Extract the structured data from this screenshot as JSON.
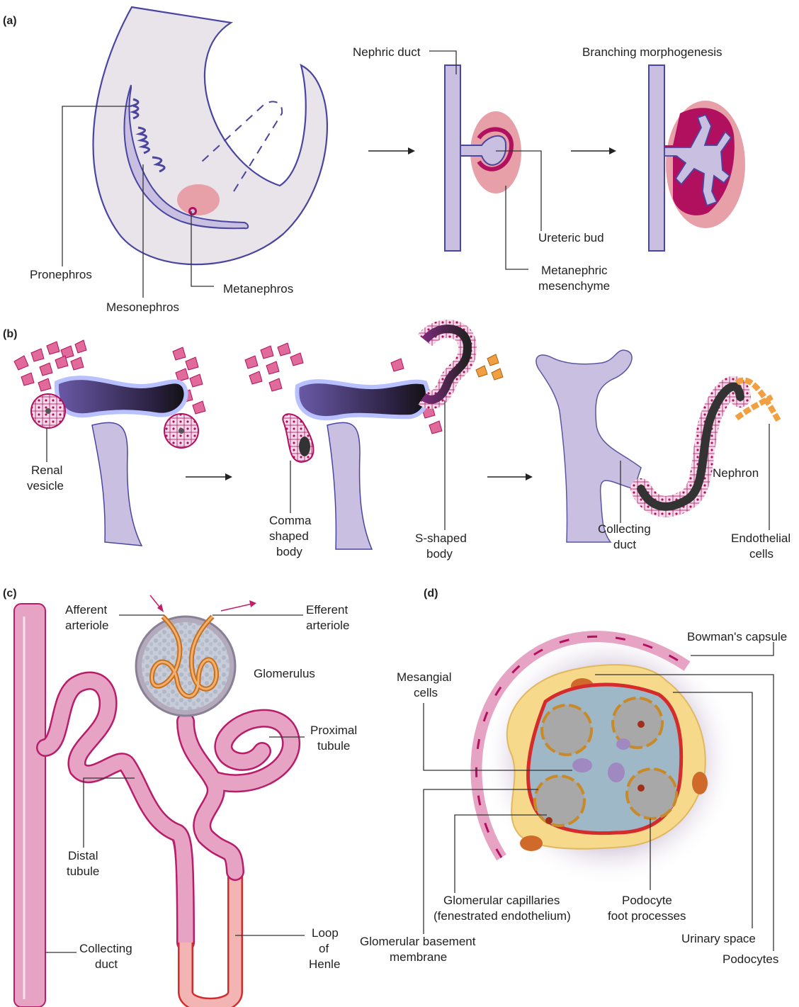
{
  "panels": {
    "a": "(a)",
    "b": "(b)",
    "c": "(c)",
    "d": "(d)"
  },
  "panel_a": {
    "pronephros": "Pronephros",
    "mesonephros": "Mesonephros",
    "metanephros": "Metanephros",
    "nephric_duct": "Nephric duct",
    "ureteric_bud": "Ureteric bud",
    "metanephric_mesenchyme": [
      "Metanephric",
      "mesenchyme"
    ],
    "branching_morphogenesis": "Branching morphogenesis"
  },
  "panel_b": {
    "renal_vesicle": [
      "Renal",
      "vesicle"
    ],
    "comma_shaped_body": [
      "Comma",
      "shaped",
      "body"
    ],
    "s_shaped_body": [
      "S-shaped",
      "body"
    ],
    "collecting_duct": [
      "Collecting",
      "duct"
    ],
    "nephron": "Nephron",
    "endothelial_cells": [
      "Endothelial",
      "cells"
    ]
  },
  "panel_c": {
    "afferent_arteriole": [
      "Afferent",
      "arteriole"
    ],
    "efferent_arteriole": [
      "Efferent",
      "arteriole"
    ],
    "glomerulus": "Glomerulus",
    "proximal_tubule": [
      "Proximal",
      "tubule"
    ],
    "distal_tubule": [
      "Distal",
      "tubule"
    ],
    "collecting_duct": [
      "Collecting",
      "duct"
    ],
    "loop_of_henle": [
      "Loop",
      "of",
      "Henle"
    ]
  },
  "panel_d": {
    "bowmans_capsule": "Bowman's capsule",
    "mesangial_cells": [
      "Mesangial",
      "cells"
    ],
    "glomerular_capillaries": [
      "Glomerular capillaries",
      "(fenestrated endothelium)"
    ],
    "podocyte_foot_processes": [
      "Podocyte",
      "foot processes"
    ],
    "glomerular_basement_membrane": [
      "Glomerular basement",
      "membrane"
    ],
    "urinary_space": "Urinary space",
    "podocytes": "Podocytes"
  },
  "colors": {
    "duct_lavender": "#c9bfe0",
    "duct_outline": "#5a55a0",
    "mesenchyme_pink": "#e8a0a8",
    "magenta": "#b0105e",
    "tubule_pink": "#e6a3c4",
    "tubule_outline": "#b81d6b",
    "capsule_gray": "#a8a0b4",
    "yellow_cell": "#f6d98b",
    "capillary_blue": "#9fb8c8",
    "loop_red": "#d62b2b"
  }
}
